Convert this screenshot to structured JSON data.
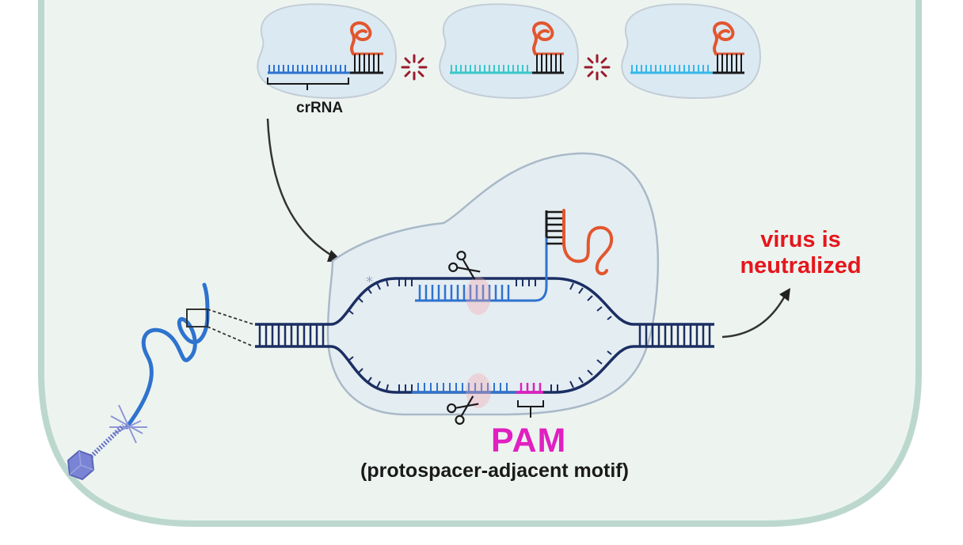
{
  "labels": {
    "crrna": "crRNA",
    "virus_line1": "virus is",
    "virus_line2": "neutralized",
    "pam": "PAM",
    "pam_full": "(protospacer-adjacent motif)"
  },
  "colors": {
    "background": "#ffffff",
    "cell_fill": "#edf4f0",
    "cell_border": "#bcd8ce",
    "cas_complex_fill": "#dbe9f3",
    "complex_fill": "#e4edf2",
    "dna_dark": "#1b2e63",
    "dna_blue": "#2e73cf",
    "cyan_spacer": "#3cc8c8",
    "tracrrna_orange": "#e2562e",
    "repeat_black": "#1a1a1a",
    "pam_magenta": "#e020c0",
    "cut_marker": "#9a1b2e",
    "virus_text": "#e5161c",
    "label_text": "#1a1a1a",
    "phage_head": "#7a84d4"
  },
  "icons": [
    "scissors-icon",
    "cleavage-star-icon",
    "bacteriophage-icon"
  ]
}
